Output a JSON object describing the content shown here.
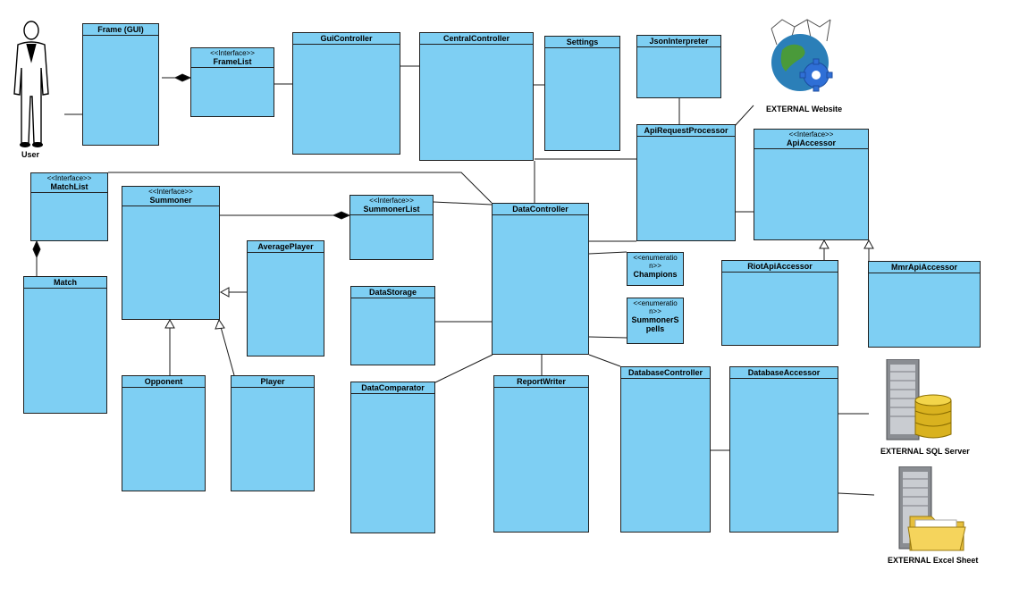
{
  "actor": {
    "label": "User"
  },
  "classes": {
    "frame_gui": {
      "name": "Frame (GUI)"
    },
    "frame_list": {
      "stereotype": "<<Interface>>",
      "name": "FrameList"
    },
    "gui_controller": {
      "name": "GuiController"
    },
    "central_controller": {
      "name": "CentralController"
    },
    "settings": {
      "name": "Settings"
    },
    "json_interpreter": {
      "name": "JsonInterpreter"
    },
    "api_request_processor": {
      "name": "ApiRequestProcessor"
    },
    "api_accessor": {
      "stereotype": "<<Interface>>",
      "name": "ApiAccessor"
    },
    "match_list": {
      "stereotype": "<<Interface>>",
      "name": "MatchList"
    },
    "summoner": {
      "stereotype": "<<Interface>>",
      "name": "Summoner"
    },
    "summoner_list": {
      "stereotype": "<<Interface>>",
      "name": "SummonerList"
    },
    "data_controller": {
      "name": "DataController"
    },
    "match": {
      "name": "Match"
    },
    "average_player": {
      "name": "AveragePlayer"
    },
    "champions": {
      "stereotype_line1": "<<enumeratio",
      "stereotype_line2": "n>>",
      "name": "Champions"
    },
    "summoner_spells": {
      "stereotype_line1": "<<enumeratio",
      "stereotype_line2": "n>>",
      "name_line1": "SummonerS",
      "name_line2": "pells"
    },
    "riot_api_accessor": {
      "name": "RiotApiAccessor"
    },
    "mmr_api_accessor": {
      "name": "MmrApiAccessor"
    },
    "data_storage": {
      "name": "DataStorage"
    },
    "opponent": {
      "name": "Opponent"
    },
    "player": {
      "name": "Player"
    },
    "data_comparator": {
      "name": "DataComparator"
    },
    "report_writer": {
      "name": "ReportWriter"
    },
    "database_controller": {
      "name": "DatabaseController"
    },
    "database_accessor": {
      "name": "DatabaseAccessor"
    }
  },
  "externals": {
    "website": {
      "label": "EXTERNAL Website",
      "icon": "globe-gear-icon"
    },
    "sql_server": {
      "label": "EXTERNAL SQL Server",
      "icon": "database-server-icon"
    },
    "excel_sheet": {
      "label": "EXTERNAL Excel Sheet",
      "icon": "folder-server-icon"
    }
  },
  "colors": {
    "class_fill": "#7ecff3",
    "border": "#1f1f1f",
    "line": "#1a1a1a"
  }
}
